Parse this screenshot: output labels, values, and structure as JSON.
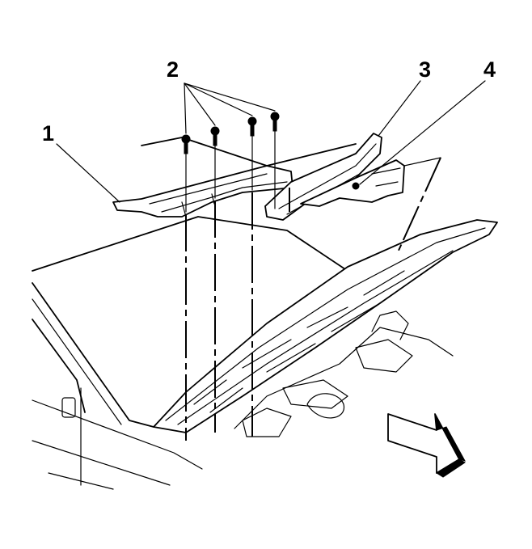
{
  "callouts": {
    "c1": "1",
    "c2": "2",
    "c3": "3",
    "c4": "4"
  },
  "colors": {
    "ink": "#000000",
    "paper": "#ffffff"
  }
}
